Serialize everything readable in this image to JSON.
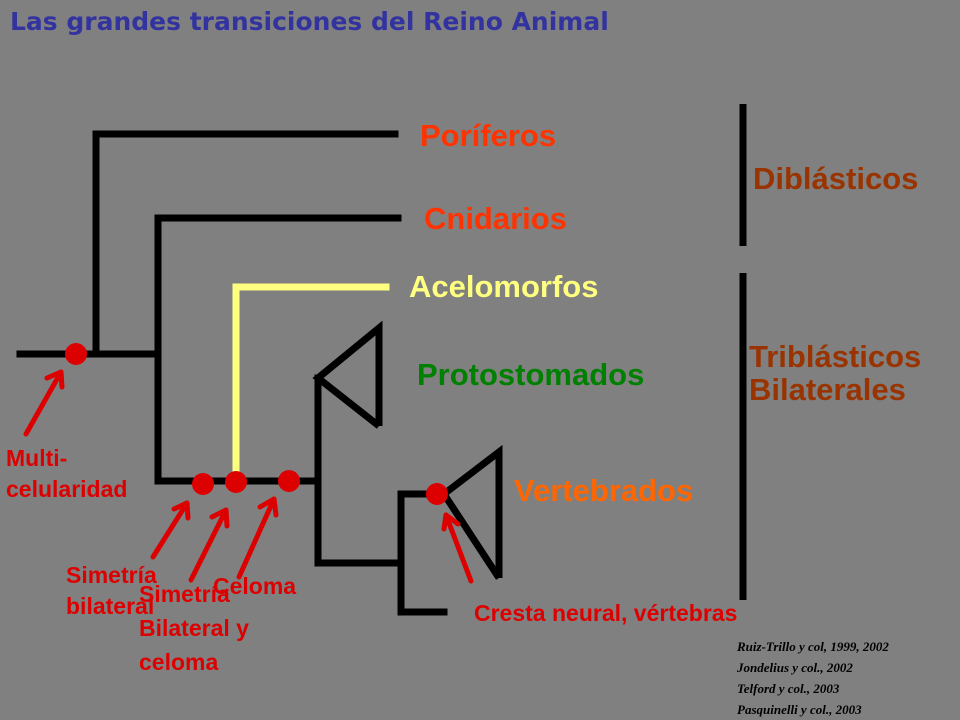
{
  "title": "Las grandes transiciones del Reino Animal",
  "taxa": {
    "poriferos": "Poríferos",
    "cnidarios": "Cnidarios",
    "acelomorfos": "Acelomorfos",
    "protostomados": "Protostomados",
    "vertebrados": "Vertebrados"
  },
  "groups": {
    "diblasticos": "Diblásticos",
    "triblasticos_line1": "Triblásticos",
    "triblasticos_line2": "Bilaterales"
  },
  "events": {
    "multicelularidad_line1": "Multi-",
    "multicelularidad_line2": "celularidad",
    "simetria_bilateral_line1": "Simetría",
    "simetria_bilateral_line2": "bilateral",
    "simetria_bilateral_celoma_line1": "Simetría",
    "simetria_bilateral_celoma_line2": "Bilateral y",
    "simetria_bilateral_celoma_line3": "celoma",
    "celoma": "Celoma",
    "cresta_neural": "Cresta neural, vértebras"
  },
  "references": [
    "Ruiz-Trillo y col, 1999, 2002",
    "Jondelius y col., 2002",
    "Telford y col., 2003",
    "Pasquinelli y col., 2003"
  ],
  "colors": {
    "background": "#808080",
    "title": "#3333a0",
    "tree": "#000000",
    "acoel_branch": "#ffff80",
    "poriferos": "#ff3300",
    "cnidarios": "#ff3300",
    "acelomorfos": "#ffff80",
    "protostomados": "#008000",
    "vertebrados": "#ff6600",
    "group_labels": "#993300",
    "events": "#dd0000",
    "references": "#000000"
  }
}
